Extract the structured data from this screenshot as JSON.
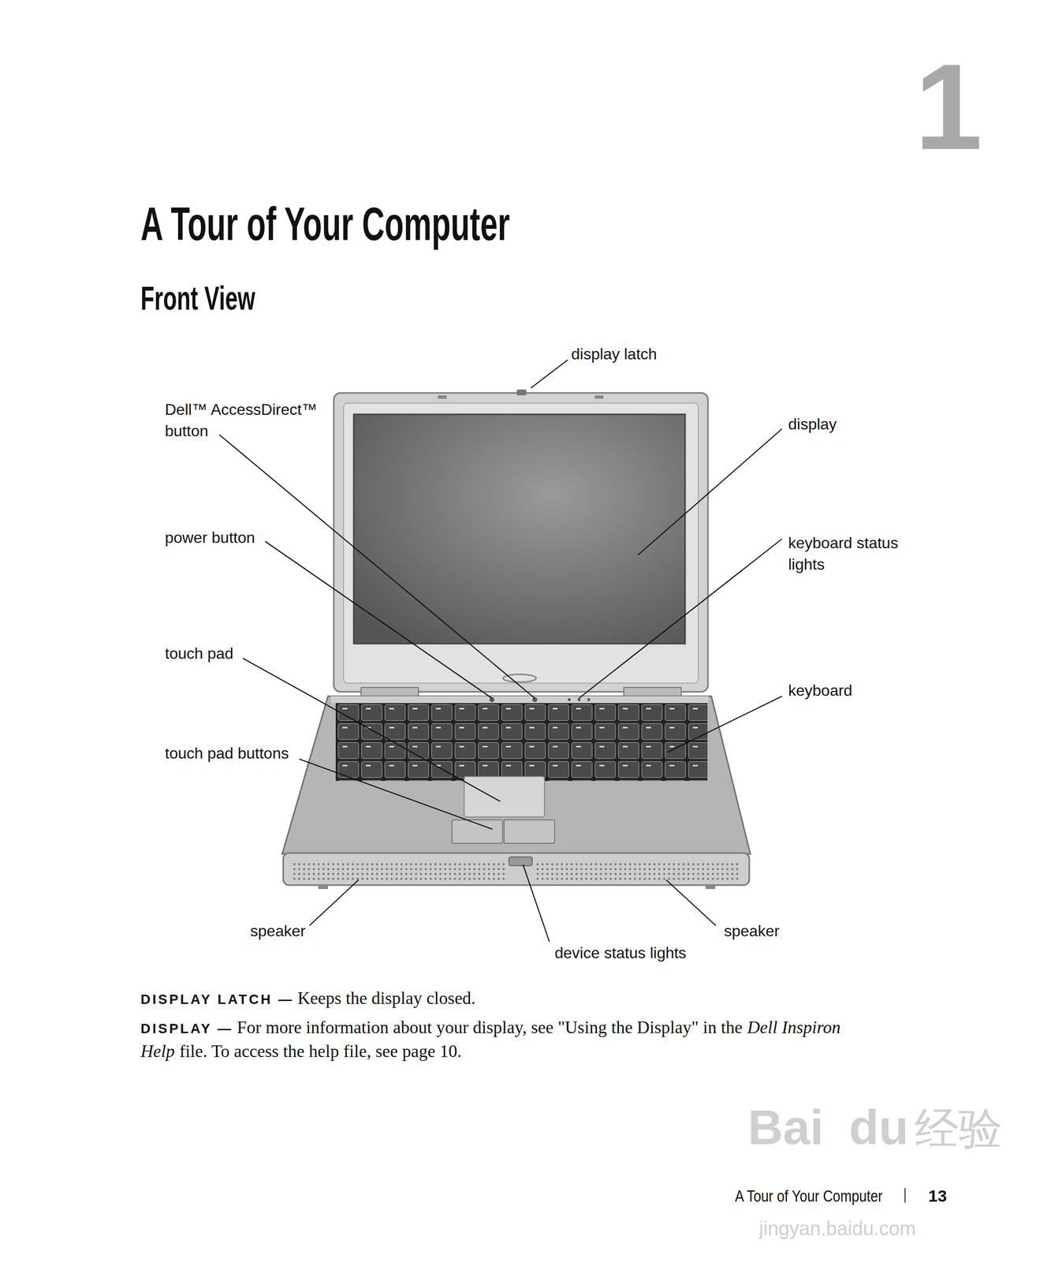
{
  "diagram": {
    "title": "A Tour of Your Computer",
    "labels": [
      "1",
      "Front View",
      "display latch",
      "Dell™ AccessDirect™ button",
      "display",
      "power button",
      "keyboard status lights",
      "touch pad",
      "keyboard",
      "touch pad buttons",
      "speaker",
      "device status lights",
      "speaker",
      "DISPLAY LATCH —",
      "Keeps the display closed.",
      "DISPLAY —",
      "For more information about your display, see \"Using the Display\" in the",
      "Dell Inspiron Help",
      "file. To access the help file, see page 10.",
      "A Tour of Your Computer",
      "13",
      "Bai",
      "du",
      "经验",
      "jingyan.baidu.com"
    ]
  }
}
